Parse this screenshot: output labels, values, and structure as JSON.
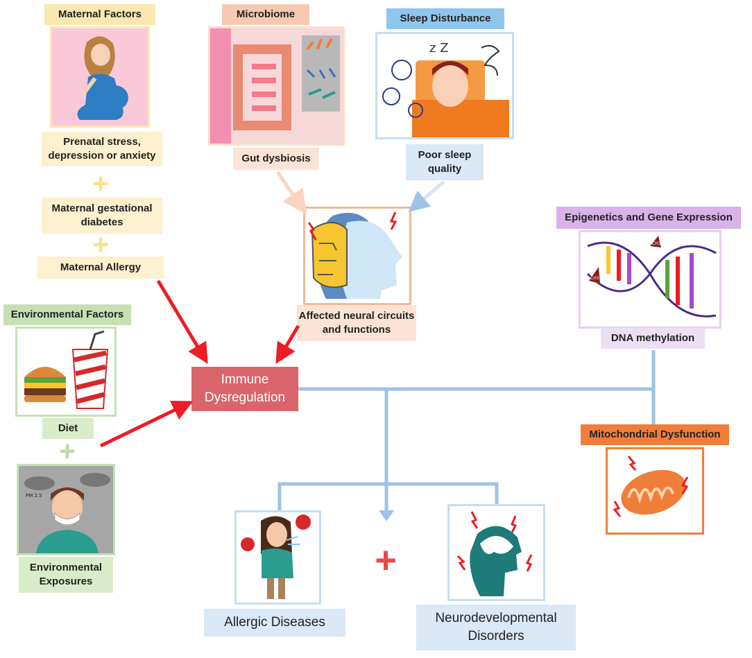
{
  "maternal": {
    "header": "Maternal Factors",
    "item1": "Prenatal stress, depression or anxiety",
    "item2": "Maternal gestational diabetes",
    "item3": "Maternal Allergy"
  },
  "microbiome": {
    "header": "Microbiome",
    "caption": "Gut dysbiosis"
  },
  "sleep": {
    "header": "Sleep Disturbance",
    "caption": "Poor sleep quality"
  },
  "neural": {
    "caption": "Affected neural circuits and functions"
  },
  "environmental": {
    "header": "Environmental Factors",
    "item1": "Diet",
    "item2": "Environmental Exposures",
    "pm_label": "PM 2.5"
  },
  "immune": {
    "label": "Immune Dysregulation"
  },
  "epigenetics": {
    "header": "Epigenetics and Gene Expression",
    "caption": "DNA methylation",
    "methyl_label": "CH3"
  },
  "mitochondrial": {
    "header": "Mitochondrial Dysfunction"
  },
  "outcomes": {
    "allergic": "Allergic Diseases",
    "neuro": "Neurodevelopmental Disorders"
  },
  "colors": {
    "maternal": "#fbe7b0",
    "maternal_frame": "#fbe7b0",
    "microbiome": "#f6c9b0",
    "sleep_header": "#8fc6ec",
    "sleep_frame": "#c7dcf0",
    "neural_frame": "#f0b99a",
    "env": "#c6e0b4",
    "immune": "#d9646a",
    "epi": "#d8b2e8",
    "mito": "#f07e3a",
    "outcome": "#dbe8f5",
    "connector": "#9ec3e6",
    "red_arrow": "#ee1c25"
  },
  "icons": [
    "pregnant-woman-icon",
    "gut-icon",
    "bacteria-icon",
    "sleeping-boy-icon",
    "clock-icon",
    "brain-circuit-icon",
    "burger-icon",
    "soda-cup-icon",
    "masked-person-icon",
    "dna-helix-icon",
    "mitochondria-icon",
    "sneezing-girl-icon",
    "head-lightning-icon",
    "plus-icon"
  ]
}
